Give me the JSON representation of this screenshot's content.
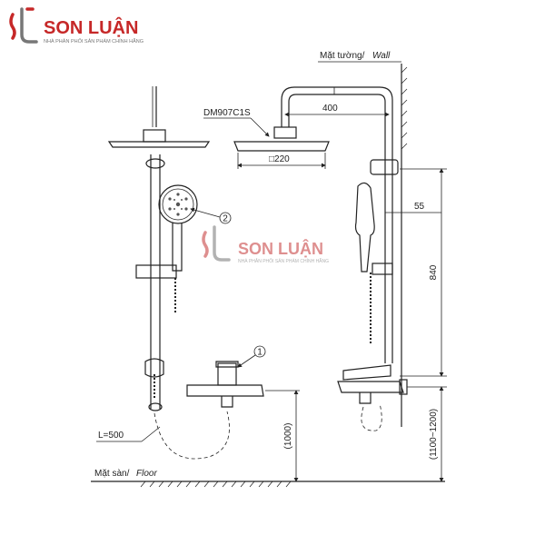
{
  "brand": {
    "name": "SON LUẬN",
    "tagline": "NHÀ PHÂN PHỐI SẢN PHẨM CHÍNH HÃNG",
    "accent_color": "#c62828",
    "text_color": "#555555"
  },
  "labels": {
    "wall": "Mặt tường/",
    "wall_en": "Wall",
    "floor": "Mặt sàn/",
    "floor_en": "Floor",
    "model": "DM907C1S",
    "hose_length": "L=500"
  },
  "callouts": {
    "item_1": "1",
    "item_2": "2"
  },
  "dimensions": {
    "arm_reach": "400",
    "head_size": "□220",
    "wall_offset": "55",
    "column_height": "840",
    "faucet_height": "(1000)",
    "install_range": "(1100~1200)"
  }
}
